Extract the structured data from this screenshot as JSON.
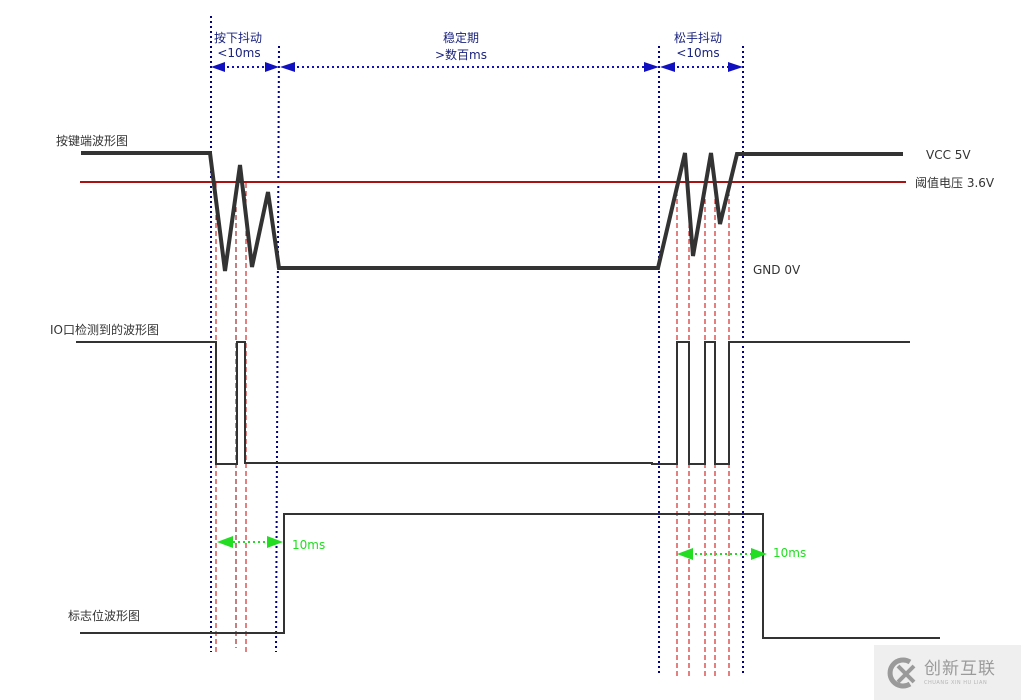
{
  "phases": {
    "press_bounce": {
      "title": "按下抖动",
      "duration": "<10ms"
    },
    "stable": {
      "title": "稳定期",
      "duration": ">数百ms"
    },
    "release_bounce": {
      "title": "松手抖动",
      "duration": "<10ms"
    }
  },
  "waveforms": {
    "key_signal": {
      "label": "按键端波形图"
    },
    "io_detected": {
      "label": "IO口检测到的波形图"
    },
    "flag_bit": {
      "label": "标志位波形图"
    }
  },
  "levels": {
    "vcc": "VCC 5V",
    "threshold": "阈值电压 3.6V",
    "gnd": "GND 0V"
  },
  "delays": {
    "press_delay": "10ms",
    "release_delay": "10ms"
  },
  "colors": {
    "signal": "#333333",
    "threshold_line": "#aa1111",
    "phase_marker": "#000080",
    "crossing_marker": "#cc0000",
    "delay_arrow": "#22dd22",
    "phase_arrow": "#1010c0"
  },
  "watermark": {
    "brand_cn": "创新互联",
    "brand_en": "CHUANG XIN HU LIAN"
  }
}
